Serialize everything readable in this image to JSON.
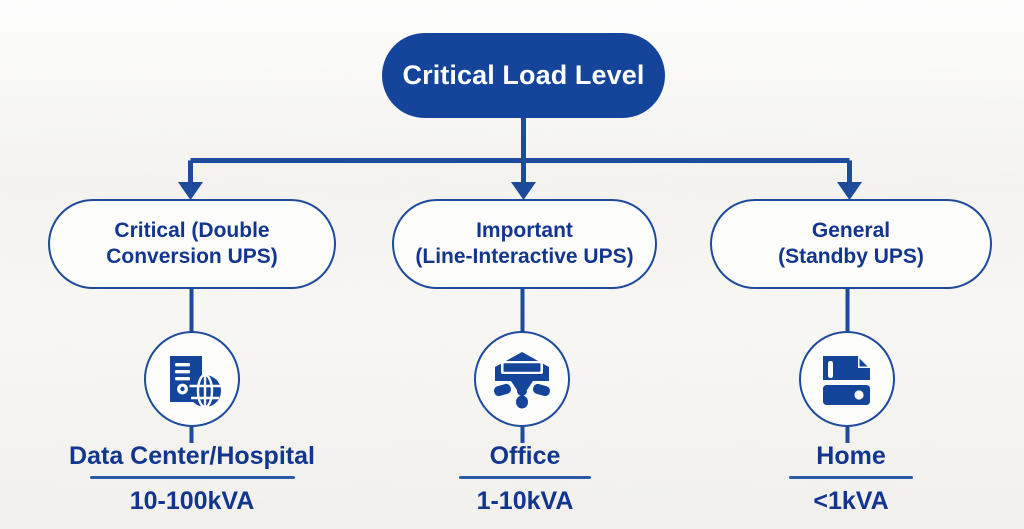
{
  "diagram": {
    "type": "hierarchy-tree",
    "background_color": "#f5f4f1",
    "accent_color": "#14459b",
    "line_color": "#1d4a9b",
    "root": {
      "label": "Critical Load Level",
      "text_color": "#ffffff",
      "fill_color": "#14459b"
    },
    "branches": [
      {
        "id": "critical",
        "label": "Critical (Double\nConversion UPS)",
        "icon": "server-globe-icon",
        "caption_title": "Data Center/Hospital",
        "caption_value": "10-100kVA"
      },
      {
        "id": "important",
        "label": "Important\n(Line-Interactive UPS)",
        "icon": "network-switch-icon",
        "caption_title": "Office",
        "caption_value": "1-10kVA"
      },
      {
        "id": "general",
        "label": "General\n(Standby UPS)",
        "icon": "printer-document-icon",
        "caption_title": "Home",
        "caption_value": "<1kVA"
      }
    ]
  }
}
